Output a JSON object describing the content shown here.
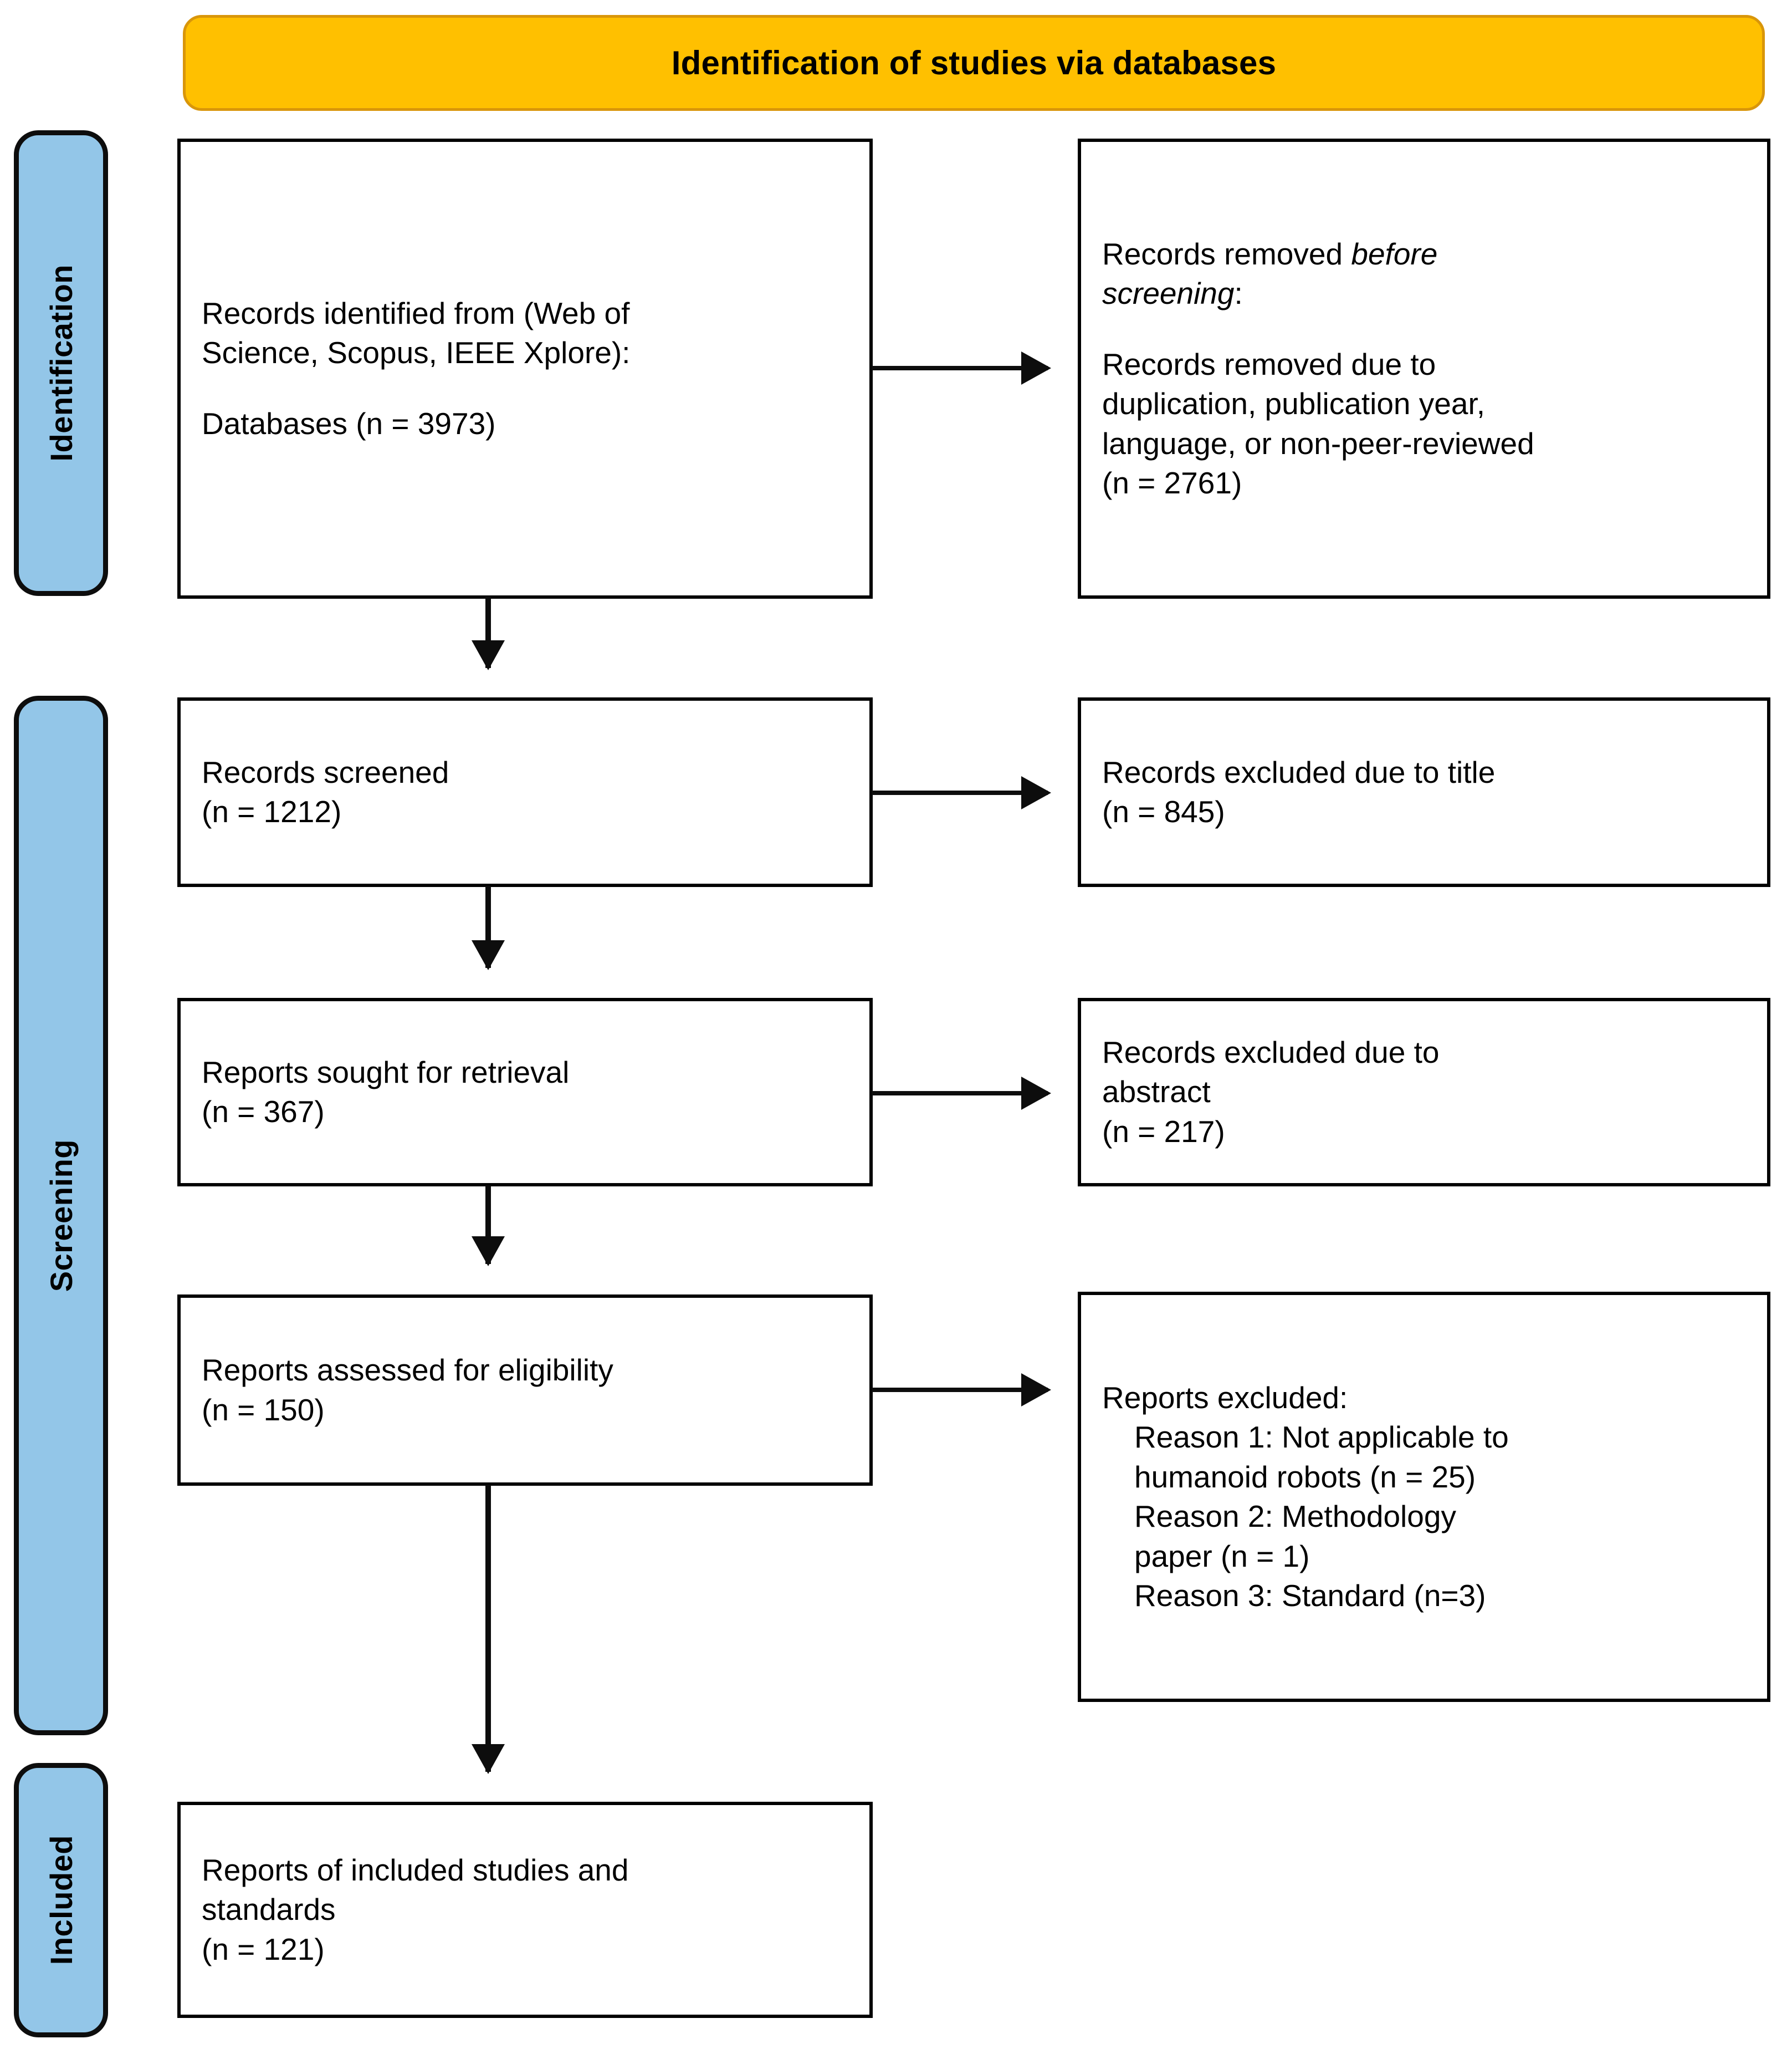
{
  "header": {
    "title": "Identification of studies via databases"
  },
  "stages": [
    {
      "id": "identification",
      "label": "Identification"
    },
    {
      "id": "screening",
      "label": "Screening"
    },
    {
      "id": "included",
      "label": "Included"
    }
  ],
  "colors": {
    "header_fill": "#FFC000",
    "header_border": "#D9960A",
    "stage_fill": "#93C6E8",
    "box_border": "#000000",
    "box_fill": "#FFFFFF",
    "text": "#000000"
  },
  "boxes": {
    "identified": {
      "line1": "Records identified from (Web of",
      "line2": "Science, Scopus, IEEE Xplore):",
      "line3": "Databases (n = 3973)"
    },
    "removed_before_screening": {
      "heading_plain": "Records removed ",
      "heading_italic_1": "before",
      "heading_italic_2": "screening",
      "heading_colon": ":",
      "body_line1": "Records removed due to",
      "body_line2": "duplication, publication year,",
      "body_line3": "language, or non-peer-reviewed",
      "body_line4": "(n = 2761)"
    },
    "screened": {
      "line1": "Records screened",
      "line2": "(n = 1212)"
    },
    "excluded_title": {
      "line1": "Records excluded due to title",
      "line2": "(n = 845)"
    },
    "sought_for_retrieval": {
      "line1": "Reports sought for retrieval",
      "line2": "(n = 367)"
    },
    "excluded_abstract": {
      "line1": "Records excluded due to",
      "line2": "abstract",
      "line3": "(n = 217)"
    },
    "assessed_eligibility": {
      "line1": "Reports assessed for eligibility",
      "line2": "(n = 150)"
    },
    "reports_excluded": {
      "heading": "Reports excluded:",
      "reason1_line1": "Reason 1: Not applicable to",
      "reason1_line2": "humanoid robots (n = 25)",
      "reason2_line1": "Reason 2: Methodology",
      "reason2_line2": "paper (n = 1)",
      "reason3_line1": "Reason 3: Standard (n=3)"
    },
    "included_studies": {
      "line1": "Reports of included studies and",
      "line2": "standards",
      "line3": "(n = 121)"
    }
  },
  "counts": {
    "databases_identified": 3973,
    "removed_before_screening": 2761,
    "records_screened": 1212,
    "excluded_by_title": 845,
    "reports_sought": 367,
    "excluded_by_abstract": 217,
    "reports_assessed": 150,
    "excluded_reason1_not_applicable_humanoid_robots": 25,
    "excluded_reason2_methodology_paper": 1,
    "excluded_reason3_standard": 3,
    "included_reports": 121
  }
}
